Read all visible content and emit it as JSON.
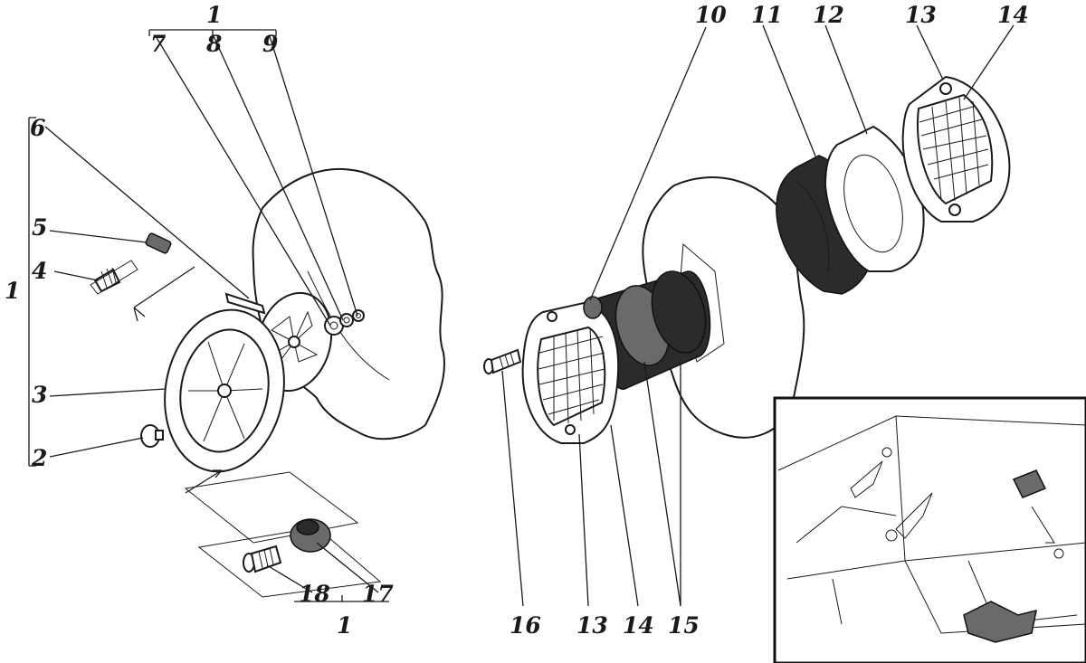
{
  "labels": {
    "n1_top": "1",
    "n7": "7",
    "n8": "8",
    "n9": "9",
    "n6": "6",
    "n5": "5",
    "n4": "4",
    "n1_side": "1",
    "n3": "3",
    "n2": "2",
    "n18": "18",
    "n17": "17",
    "n1_bottom": "1",
    "n10": "10",
    "n11": "11",
    "n12": "12",
    "n13_top": "13",
    "n14_top": "14",
    "n16": "16",
    "n13_bottom": "13",
    "n14_bottom": "14",
    "n15": "15"
  }
}
